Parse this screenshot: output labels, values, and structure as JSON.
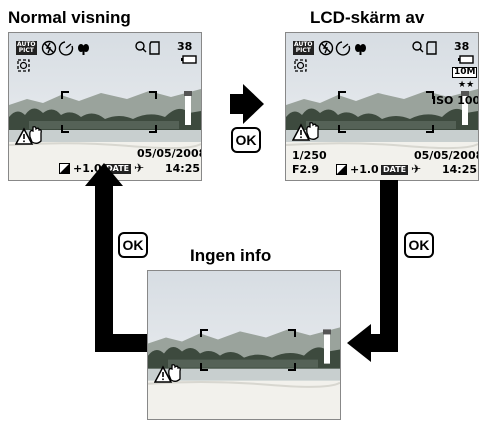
{
  "panels": {
    "normal": {
      "title": "Normal visning"
    },
    "lcd_off": {
      "title": "LCD-skärm av"
    },
    "no_info": {
      "title": "Ingen info"
    }
  },
  "overlay": {
    "mode_top": "AUTO",
    "mode_bottom": "PICT",
    "shots_remaining": "38",
    "date": "05/05/2008",
    "exposure_comp": "+1.0",
    "date_tag": "DATE",
    "time": "14:25",
    "resolution": "10M",
    "quality_stars": "★★",
    "iso": "ISO 100",
    "shutter": "1/250",
    "aperture": "F2.9"
  },
  "buttons": {
    "ok_label": "OK"
  },
  "colors": {
    "arrow": "#000000",
    "sky": "#dfe5ea",
    "sand": "#f2f1ec"
  },
  "icons": [
    "auto-pict-icon",
    "flash-off-icon",
    "self-timer-icon",
    "macro-icon",
    "zoom-icon",
    "card-icon",
    "battery-icon",
    "face-detect-icon",
    "shake-warning-icon",
    "exposure-comp-icon",
    "airplane-icon",
    "focus-frame-icon"
  ]
}
